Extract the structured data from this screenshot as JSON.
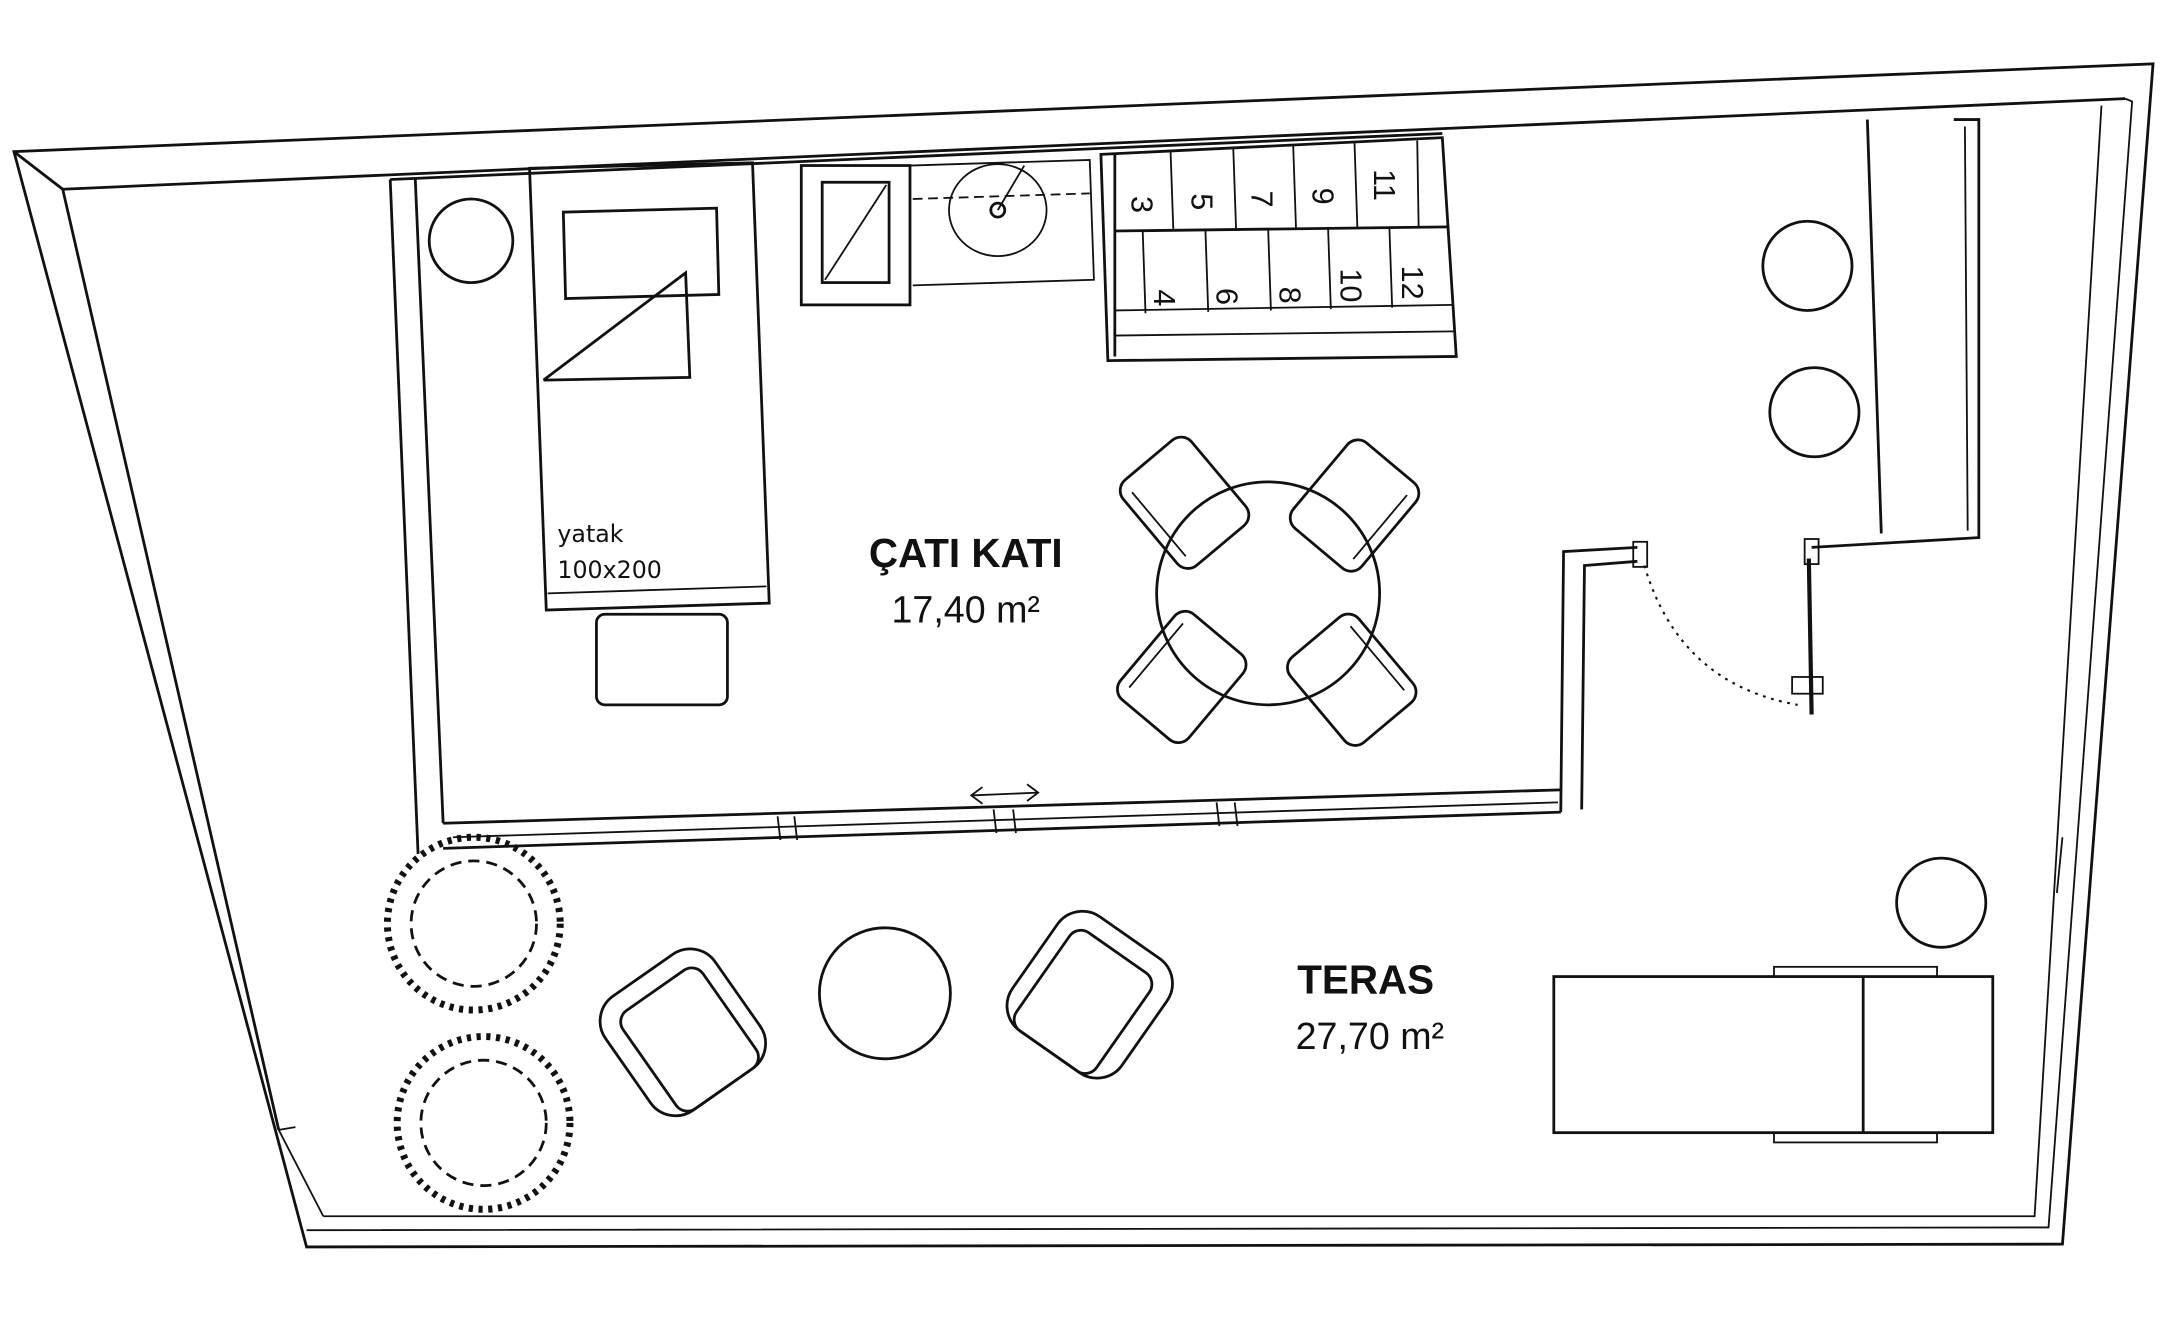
{
  "rooms": {
    "cati_kati": {
      "name": "ÇATI KATI",
      "area": "17,40 m²"
    },
    "teras": {
      "name": "TERAS",
      "area": "27,70 m²"
    }
  },
  "bed": {
    "label": "yatak",
    "size": "100x200"
  },
  "stairs": {
    "steps": [
      "3",
      "4",
      "5",
      "6",
      "7",
      "8",
      "9",
      "10",
      "11",
      "12"
    ]
  }
}
